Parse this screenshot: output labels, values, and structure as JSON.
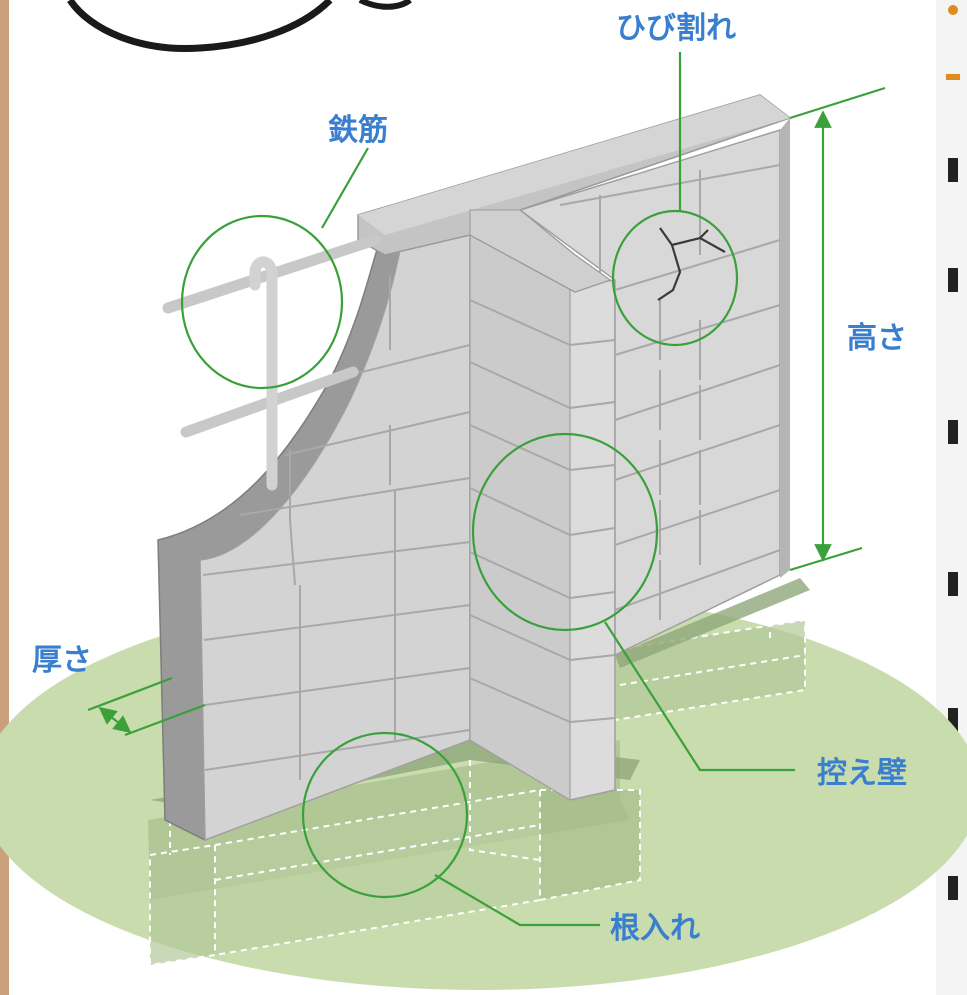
{
  "diagram": {
    "labels": {
      "rebar": "鉄筋",
      "crack": "ひび割れ",
      "height": "高さ",
      "thickness": "厚さ",
      "buttress": "控え壁",
      "embedment": "根入れ"
    },
    "colors": {
      "label_text": "#3a7fcf",
      "callout_line": "#3aa03a",
      "ground": "#c9dcae",
      "wall_face": "#cfcfcf",
      "wall_edge": "#8f8f8f",
      "left_strip": "#c8a079"
    }
  }
}
